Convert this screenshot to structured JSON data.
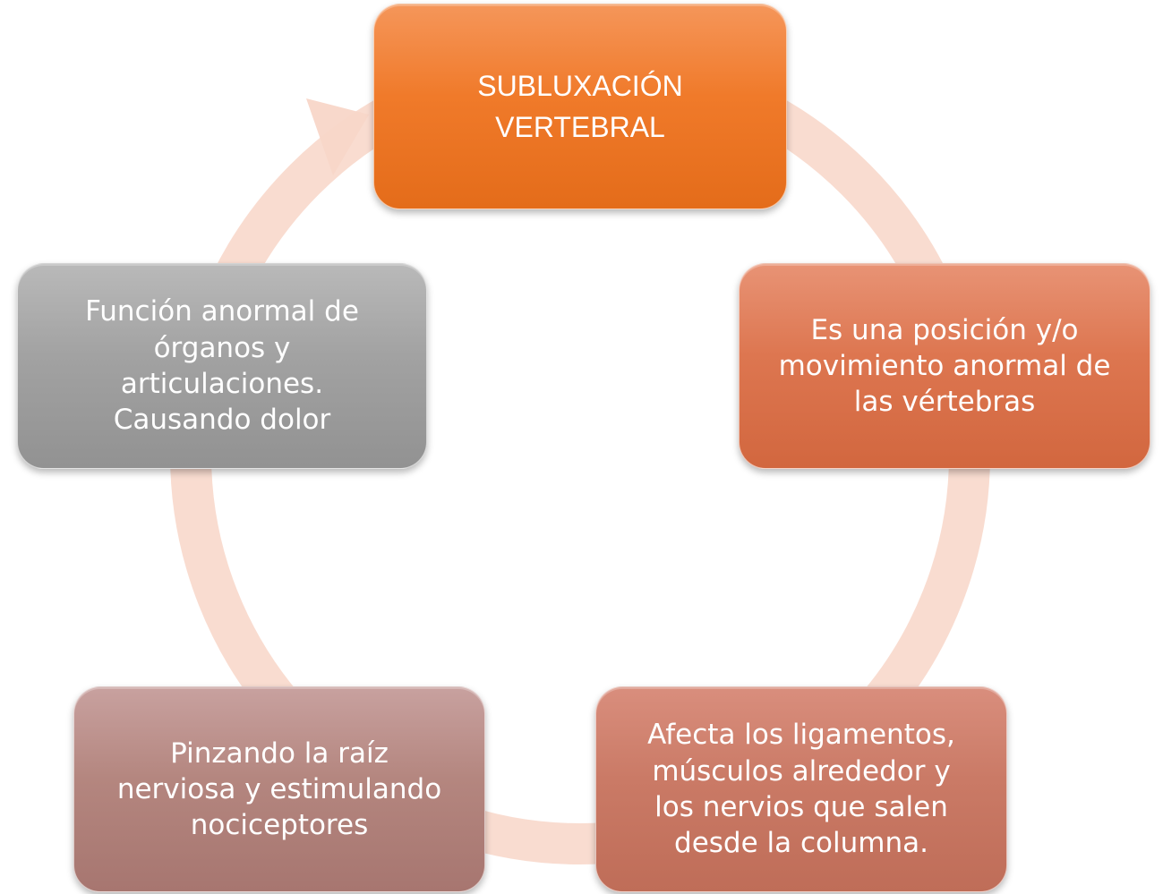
{
  "diagram": {
    "ring_color": "#f8d6c8",
    "nodes": [
      {
        "id": "subluxation",
        "lines": [
          "SUBLUXACIÓN",
          "VERTEBRAL"
        ],
        "color": "#f07a2a"
      },
      {
        "id": "position",
        "lines": [
          "Es una posición y/o",
          "movimiento anormal de",
          "las vértebras"
        ],
        "color": "#dd7650"
      },
      {
        "id": "ligaments",
        "lines": [
          "Afecta los ligamentos,",
          "músculos alrededor y",
          "los nervios que salen",
          "desde la columna."
        ],
        "color": "#ca7a66"
      },
      {
        "id": "nerve-root",
        "lines": [
          "Pinzando la raíz",
          "nerviosa y estimulando",
          "nociceptores"
        ],
        "color": "#b4867f"
      },
      {
        "id": "abnormal-function",
        "lines": [
          "Función anormal de",
          "órganos y",
          "articulaciones.",
          "Causando dolor"
        ],
        "color": "#a2a2a2"
      }
    ]
  }
}
